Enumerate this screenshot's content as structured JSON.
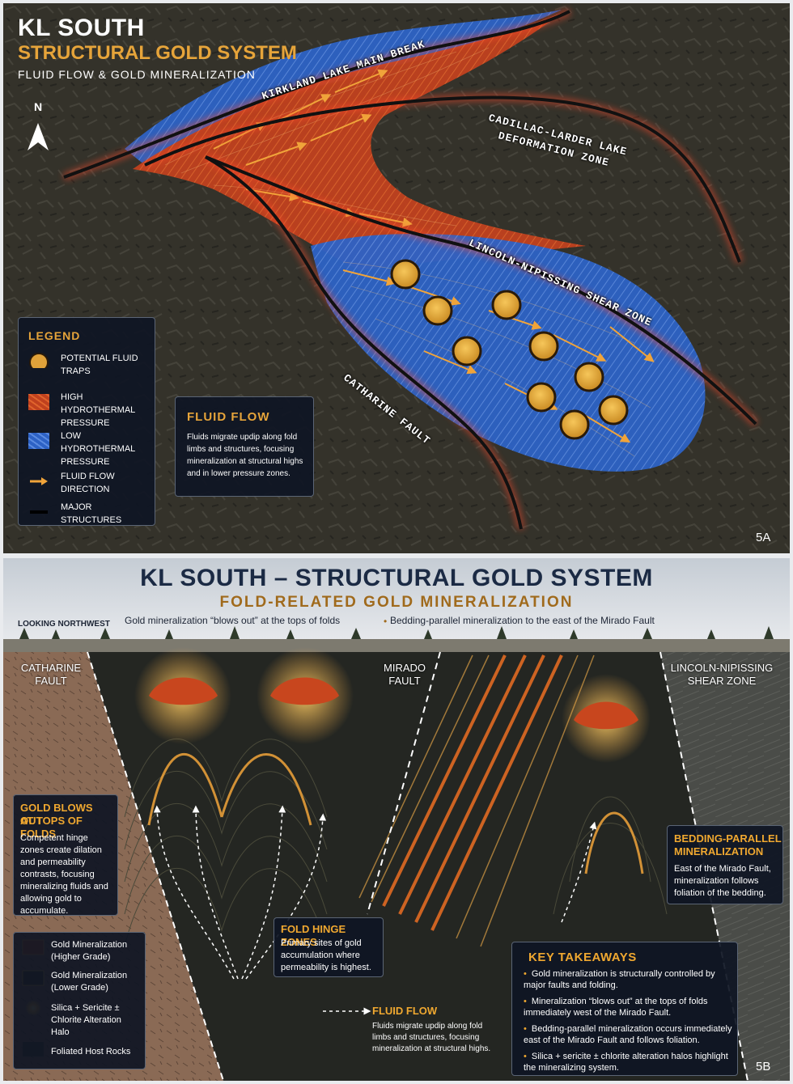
{
  "panel_a": {
    "title": "KL SOUTH",
    "subtitle": "STRUCTURAL GOLD SYSTEM",
    "tagline": "FLUID FLOW & GOLD MINERALIZATION",
    "north": "N",
    "structures": {
      "kirkland": "KIRKLAND LAKE MAIN BREAK",
      "cadillac_1": "CADILLAC-LARDER LAKE",
      "cadillac_2": "DEFORMATION ZONE",
      "lincoln": "LINCOLN-NIPISSING SHEAR ZONE",
      "catharine": "CATHARINE FAULT"
    },
    "legend": {
      "title": "LEGEND",
      "traps": "POTENTIAL FLUID TRAPS",
      "high": "HIGH HYDROTHERMAL PRESSURE",
      "low": "LOW HYDROTHERMAL PRESSURE",
      "flow": "FLUID FLOW DIRECTION",
      "major": "MAJOR STRUCTURES"
    },
    "fluid_flow": {
      "title": "FLUID FLOW",
      "body": "Fluids migrate updip along fold limbs and structures, focusing mineralization at structural highs and in lower pressure zones."
    },
    "badge": "5A",
    "colors": {
      "high": "#c8411f",
      "low": "#2f6ad1",
      "gold": "#e0a23a",
      "flow": "#f0a43a"
    }
  },
  "panel_b": {
    "title": "KL SOUTH – STRUCTURAL GOLD SYSTEM",
    "subtitle": "FOLD-RELATED GOLD MINERALIZATION",
    "note_left": "Gold mineralization “blows out” at the tops of folds",
    "note_sep": "•",
    "note_right": "Bedding-parallel mineralization to the east of the Mirado Fault",
    "looking": "LOOKING NORTHWEST",
    "faults": {
      "catharine_1": "CATHARINE",
      "catharine_2": "FAULT",
      "mirado_1": "MIRADO",
      "mirado_2": "FAULT",
      "lincoln_1": "LINCOLN-NIPISSING",
      "lincoln_2": "SHEAR ZONE"
    },
    "blows_out": {
      "title_1": "GOLD BLOWS OUT",
      "title_2": "AT TOPS OF FOLDS",
      "body": "Competent hinge zones create dilation and permeability contrasts, focusing mineralizing fluids and allowing gold to accumulate."
    },
    "bedding": {
      "title_1": "BEDDING-PARALLEL",
      "title_2": "MINERALIZATION",
      "body": "East of the Mirado Fault, mineralization follows foliation of the bedding."
    },
    "hinge": {
      "title": "FOLD HINGE ZONES",
      "body": "Primary sites of gold accumulation where permeability is highest."
    },
    "fluid_flow": {
      "title": "FLUID FLOW",
      "body": "Fluids migrate updip along fold limbs and structures, focusing mineralization at structural highs."
    },
    "legend": {
      "high": "Gold Mineralization (Higher Grade)",
      "low": "Gold Mineralization (Lower Grade)",
      "halo": "Silica + Sericite ± Chlorite Alteration Halo",
      "host": "Foliated Host Rocks"
    },
    "key_takeaways": {
      "title": "KEY TAKEAWAYS",
      "items": [
        "Gold mineralization is structurally controlled by major faults and folding.",
        "Mineralization “blows out” at the tops of folds immediately west of the Mirado Fault.",
        "Bedding-parallel mineralization occurs immediately east of the Mirado Fault and follows foliation.",
        "Silica + sericite ± chlorite alteration halos highlight the mineralizing system."
      ]
    },
    "badge": "5B"
  }
}
